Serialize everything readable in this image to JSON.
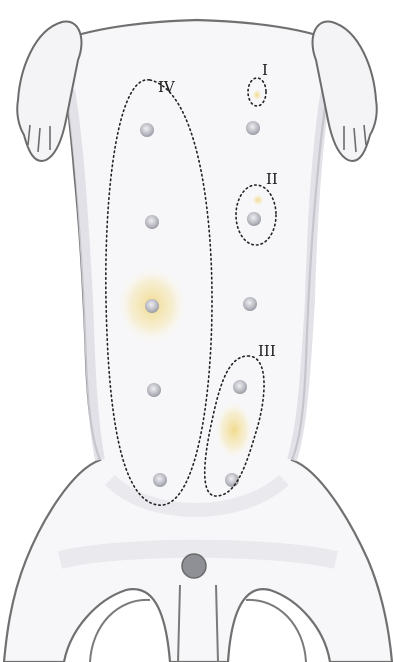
{
  "figure": {
    "regions": [
      {
        "id": "I",
        "label": "I"
      },
      {
        "id": "II",
        "label": "II"
      },
      {
        "id": "III",
        "label": "III"
      },
      {
        "id": "IV",
        "label": "IV"
      }
    ],
    "colors": {
      "outline": "#6e6e6e",
      "body_fill": "#f7f7f9",
      "shadow": "#d9d8e2",
      "nipple": "#b9b9c2",
      "highlight": "#f2d98a",
      "dotted": "#222222"
    }
  }
}
